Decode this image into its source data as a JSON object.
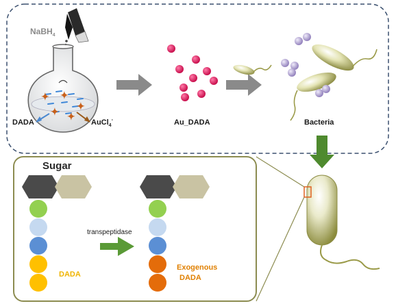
{
  "top_panel": {
    "reagent_reducer": "NaBH",
    "reagent_reducer_sub": "4",
    "reactant_left": "DADA",
    "reactant_right": "AuCl",
    "reactant_right_sub": "4",
    "reactant_right_sup": "-",
    "product": "Au_DADA",
    "target": "Bacteria"
  },
  "bottom_panel": {
    "sugar_label": "Sugar",
    "enzyme_label": "transpeptidase",
    "left_chain_label": "DADA",
    "right_chain_label_line1": "Exogenous",
    "right_chain_label_line2": "DADA"
  },
  "colors": {
    "dashed_border": "#3a4f6e",
    "arrow_gray": "#8a8a8a",
    "arrow_green": "#4e8a2e",
    "nanoparticle": "#e0185e",
    "hexagon_dark": "#4a4a4a",
    "hexagon_tan": "#c9c3a3",
    "bead_green": "#93d050",
    "bead_lightblue": "#c5d9f0",
    "bead_blue": "#5b8fd4",
    "bead_yellow": "#ffc000",
    "bead_orange": "#e46c0a",
    "dada_text": "#f0b400",
    "exogenous_text": "#e08000",
    "bacteria": "#b8b870",
    "purple_sphere": "#a896c8",
    "highlight_box": "#e06020"
  }
}
